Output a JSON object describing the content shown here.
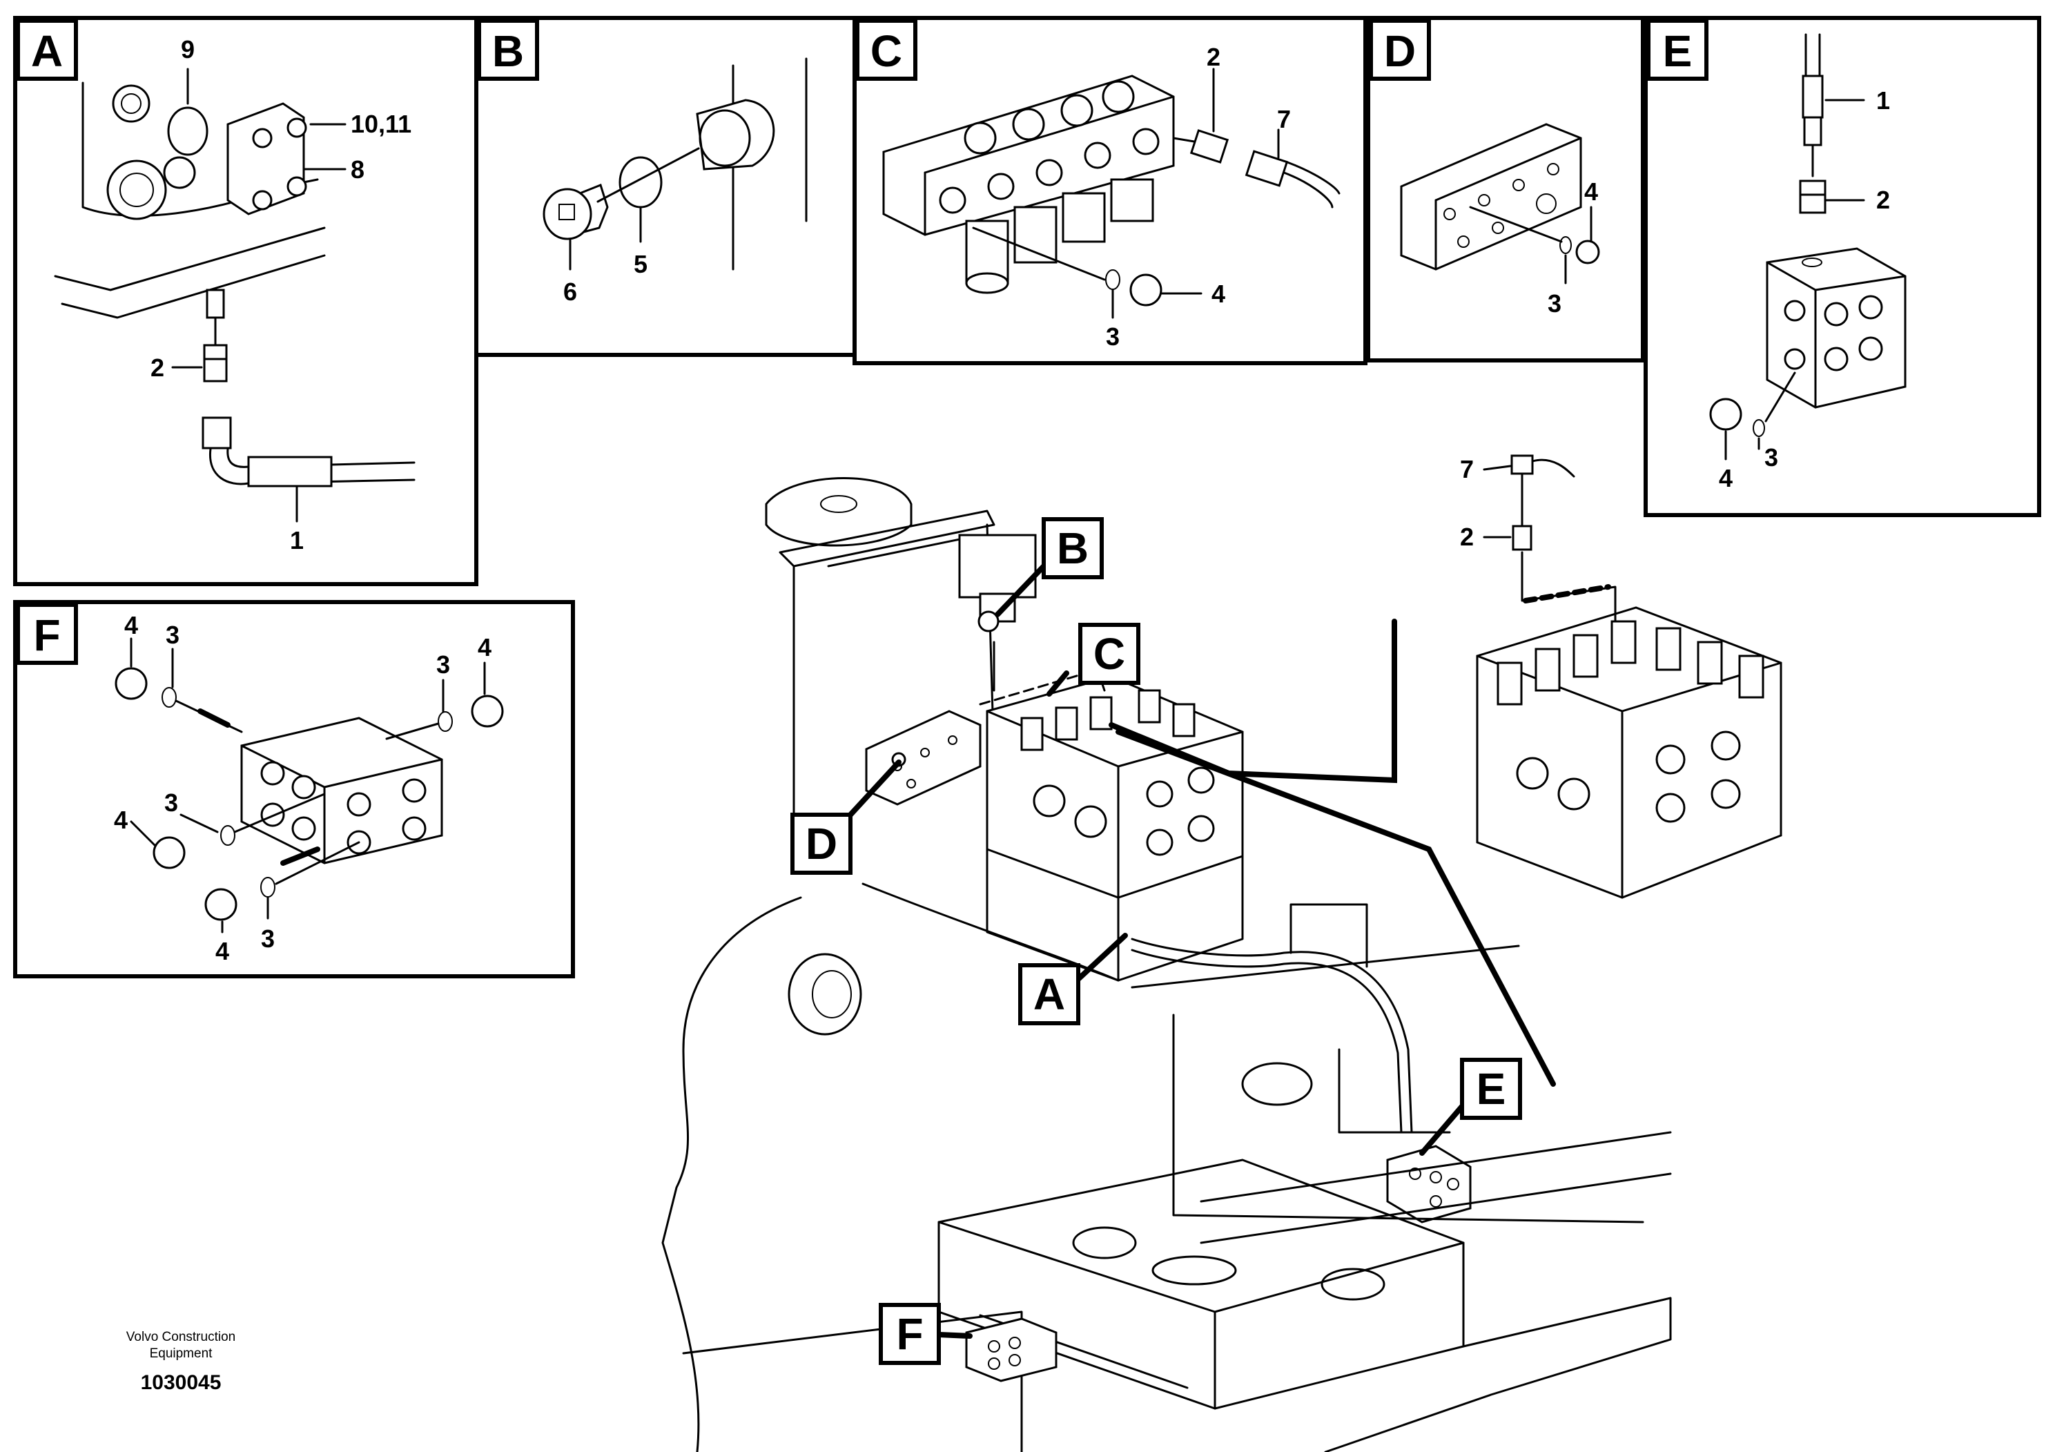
{
  "panels": {
    "A": {
      "letter": "A",
      "callouts": [
        "9",
        "10,11",
        "8",
        "2",
        "1"
      ]
    },
    "B": {
      "letter": "B",
      "callouts": [
        "6",
        "5"
      ]
    },
    "C": {
      "letter": "C",
      "callouts": [
        "2",
        "7",
        "4",
        "3"
      ]
    },
    "D": {
      "letter": "D",
      "callouts": [
        "4",
        "3"
      ]
    },
    "E": {
      "letter": "E",
      "callouts": [
        "1",
        "2",
        "4",
        "3"
      ]
    },
    "F": {
      "letter": "F",
      "callouts": [
        "4",
        "3",
        "3",
        "4",
        "3",
        "4",
        "4",
        "3"
      ]
    }
  },
  "main_view": {
    "labels": [
      "A",
      "B",
      "C",
      "D",
      "E",
      "F"
    ],
    "valve_callouts": [
      "7",
      "2"
    ]
  },
  "footer": {
    "company_line1": "Volvo Construction",
    "company_line2": "Equipment",
    "drawing_number": "1030045"
  }
}
